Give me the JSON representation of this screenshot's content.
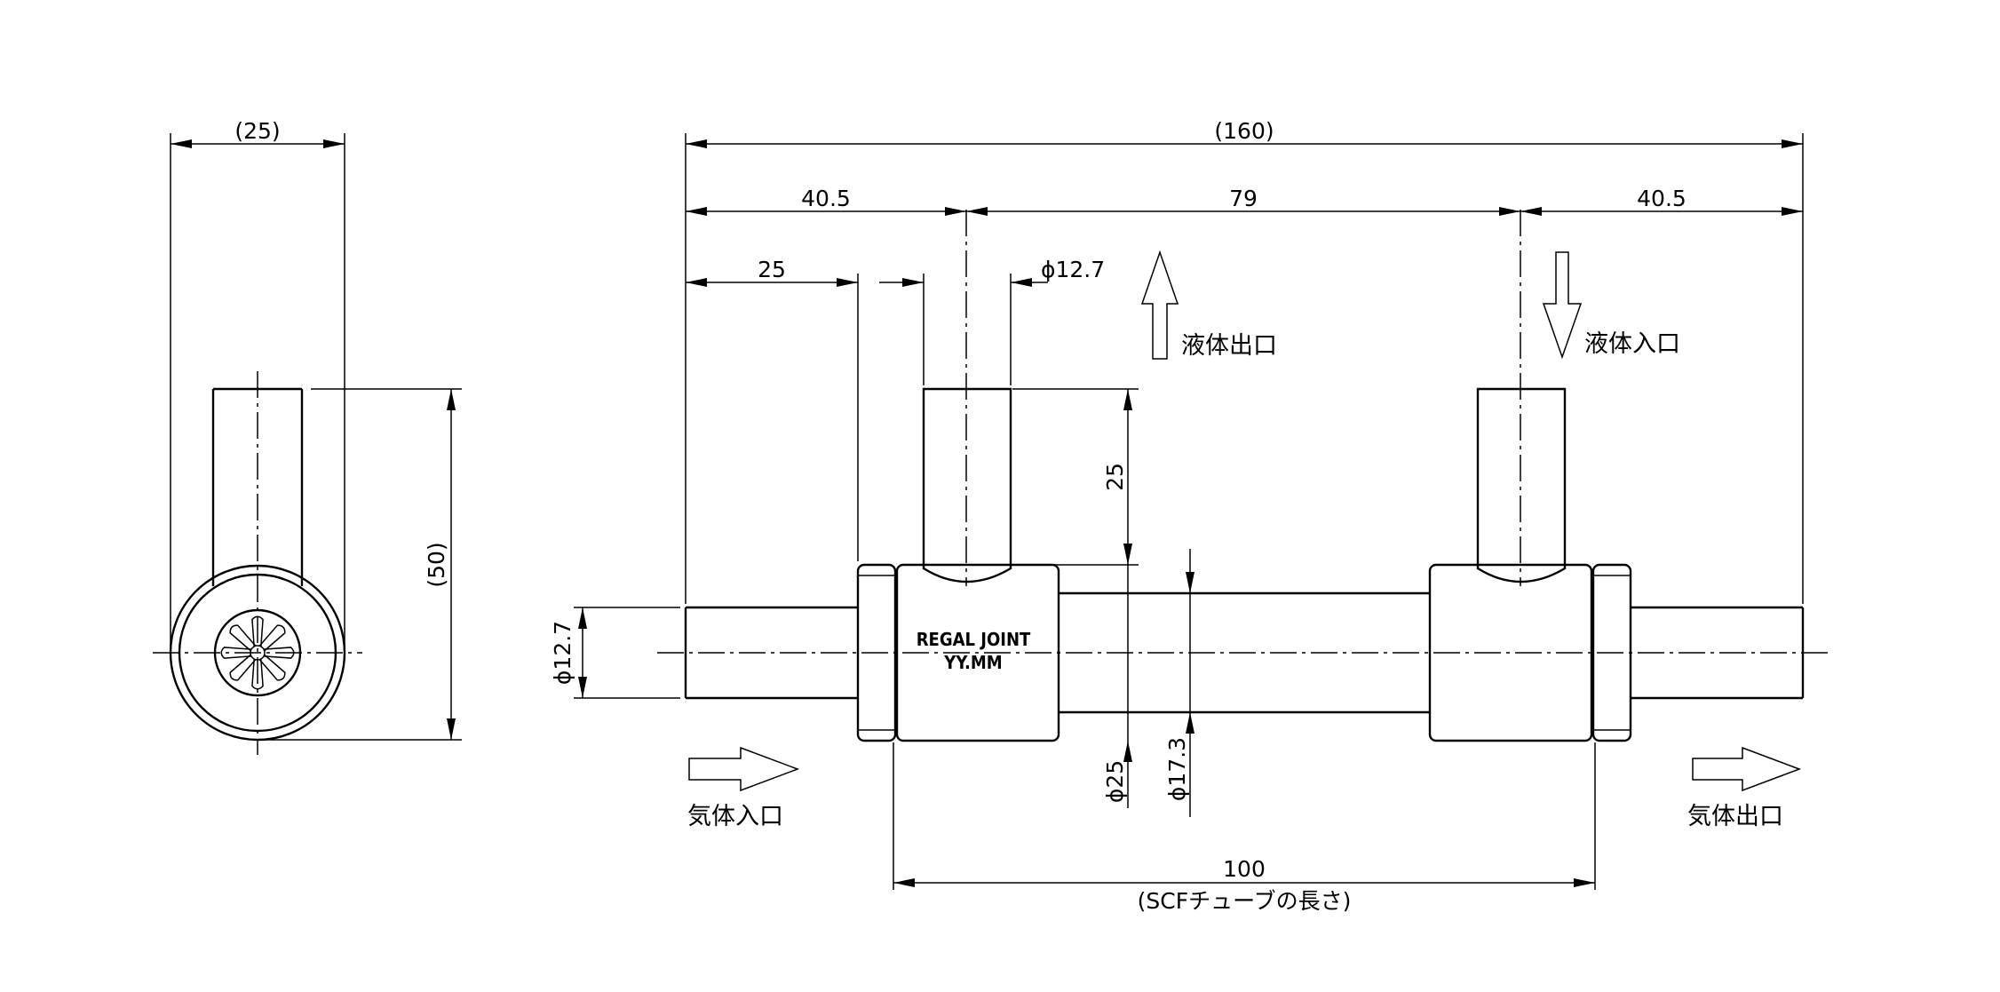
{
  "dimensions": {
    "side_width": "(25)",
    "side_height": "(50)",
    "overall_length": "(160)",
    "left_offset": "40.5",
    "port_spacing": "79",
    "right_offset": "40.5",
    "body_start": "25",
    "port_diameter": "ϕ12.7",
    "port_height": "25",
    "pipe_diameter": "ϕ12.7",
    "body_diameter": "ϕ25",
    "tube_diameter": "ϕ17.3",
    "tube_length": "100",
    "tube_length_note": "(SCFチューブの長さ)"
  },
  "labels": {
    "liquid_outlet": "液体出口",
    "liquid_inlet": "液体入口",
    "gas_inlet": "気体入口",
    "gas_outlet": "気体出口"
  },
  "marking": {
    "line1": "REGAL JOINT",
    "line2": "YY.MM"
  }
}
